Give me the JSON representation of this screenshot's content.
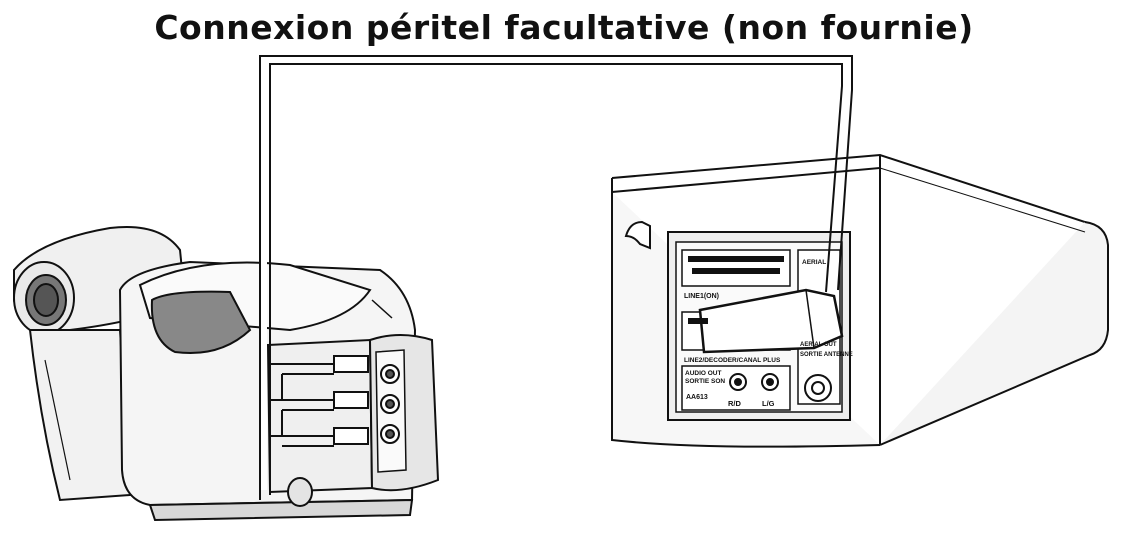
{
  "title": "Connexion péritel facultative (non fournie)",
  "vcr_panel": {
    "line1_label": "LINE1(ON)",
    "line2_label": "LINE2/DECODER/CANAL PLUS",
    "audio_out_label": "AUDIO OUT",
    "audio_out_fr": "SORTIE SON",
    "model_label": "AA613",
    "jack_right": "R/D",
    "jack_left": "L/G",
    "aerial_in_label": "AERIAL",
    "aerial_out_label": "AERIAL OUT",
    "aerial_out_fr": "SORTIE ANTENNE"
  }
}
